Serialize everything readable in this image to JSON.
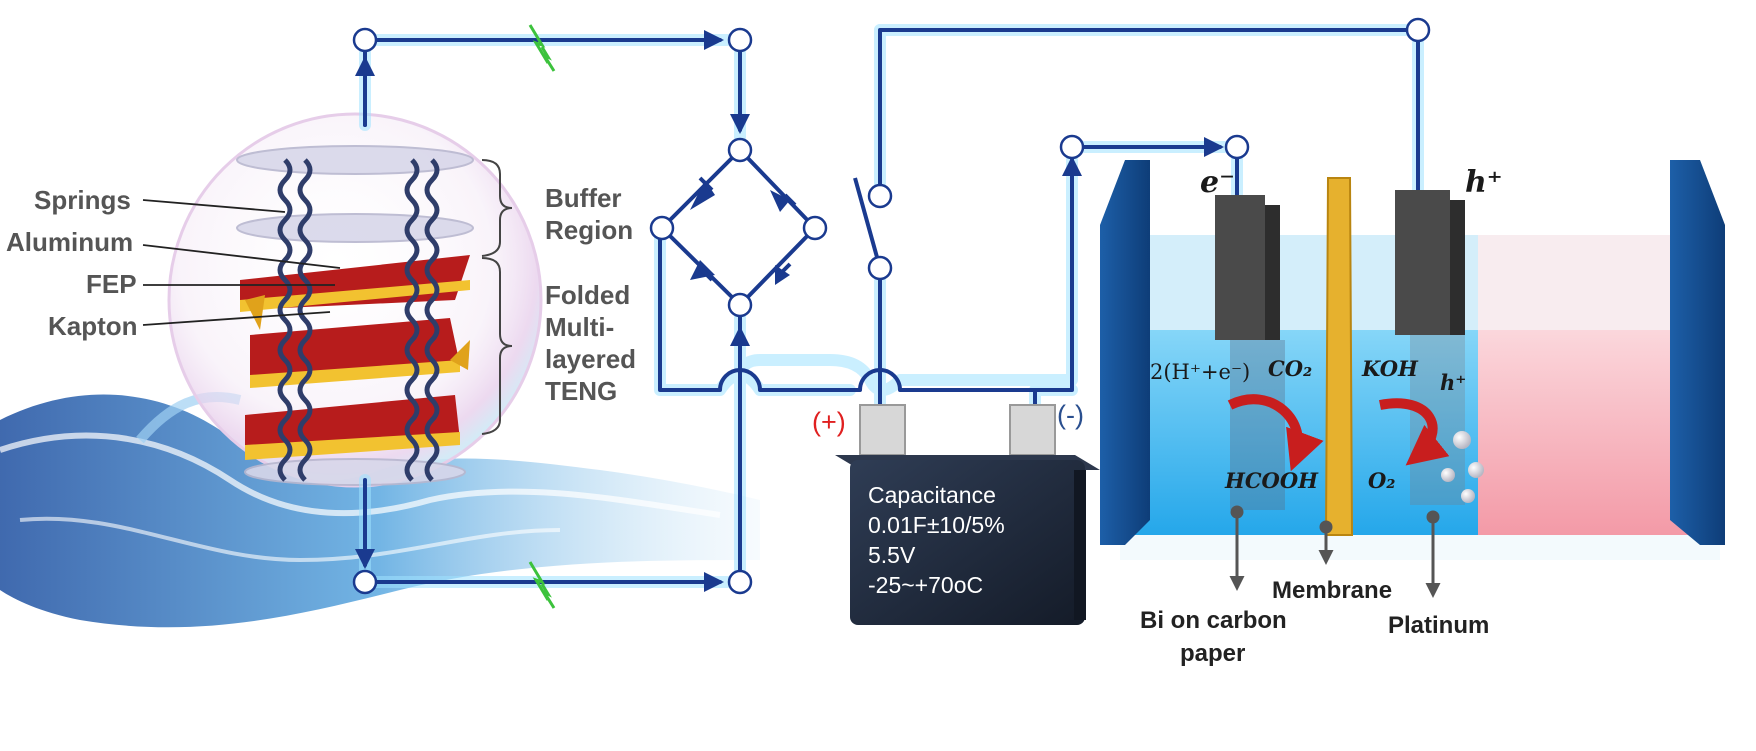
{
  "teng": {
    "springs": "Springs",
    "aluminum": "Aluminum",
    "fep": "FEP",
    "kapton": "Kapton",
    "buffer_line1": "Buffer",
    "buffer_line2": "Region",
    "folded_line1": "Folded",
    "folded_line2": "Multi-",
    "folded_line3": "layered",
    "folded_line4": "TENG"
  },
  "capacitor": {
    "line1": "Capacitance",
    "line2": "0.01F±10/5%",
    "line3": "5.5V",
    "line4": "-25~+70oC",
    "plus": "(+)",
    "minus": "(-)"
  },
  "cell": {
    "electron": "e⁻",
    "hole": "h⁺",
    "left_reactant": "2(H⁺+e⁻)",
    "co2": "CO₂",
    "hcooh": "HCOOH",
    "koh": "KOH",
    "hole_small": "h⁺",
    "o2": "O₂",
    "cathode_label_line1": "Bi on carbon",
    "cathode_label_line2": "paper",
    "membrane_label": "Membrane",
    "anode_label": "Platinum"
  },
  "colors": {
    "wire": "#1a3a8f",
    "wire_glow": "#7fd6ff",
    "spark": "#3cc23c",
    "catholyte": "#39b6ef",
    "anolyte": "#f2a3ad",
    "membrane": "#e6b12e",
    "capacitor_body": "#1f2a3c",
    "plus": "#e02020",
    "minus": "#2a4f8f",
    "reaction_arrow": "#c81e1e"
  },
  "icons": [
    "spark-icon",
    "diode-icon",
    "switch-icon",
    "bubble-icon"
  ]
}
